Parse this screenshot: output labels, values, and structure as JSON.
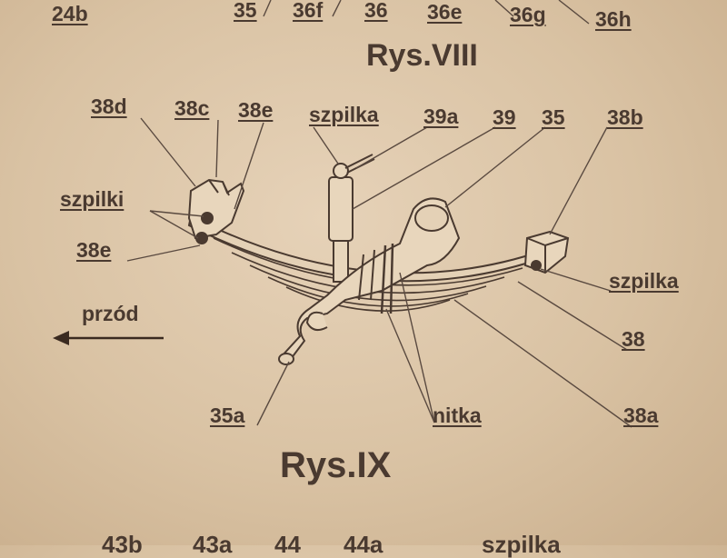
{
  "top_labels": [
    "24b",
    "35",
    "36f",
    "36",
    "36e",
    "36g",
    "36h"
  ],
  "title_viii": "Rys.VIII",
  "title_ix": "Rys.IX",
  "labels": {
    "l38d": "38d",
    "l38c": "38c",
    "l38e_top": "38e",
    "szpilka_top": "szpilka",
    "l39a": "39a",
    "l39": "39",
    "l35": "35",
    "l38b": "38b",
    "szpilki": "szpilki",
    "l38e_left": "38e",
    "szpilka_right": "szpilka",
    "przod": "przód",
    "l38": "38",
    "l35a": "35a",
    "nitka": "nitka",
    "l38a": "38a"
  },
  "bottom_labels": [
    "43b",
    "43a",
    "44",
    "44a",
    "szpilka"
  ],
  "colors": {
    "ink": "#4a3a30",
    "paper": "#dcc6a8",
    "line": "#5a4a40"
  }
}
